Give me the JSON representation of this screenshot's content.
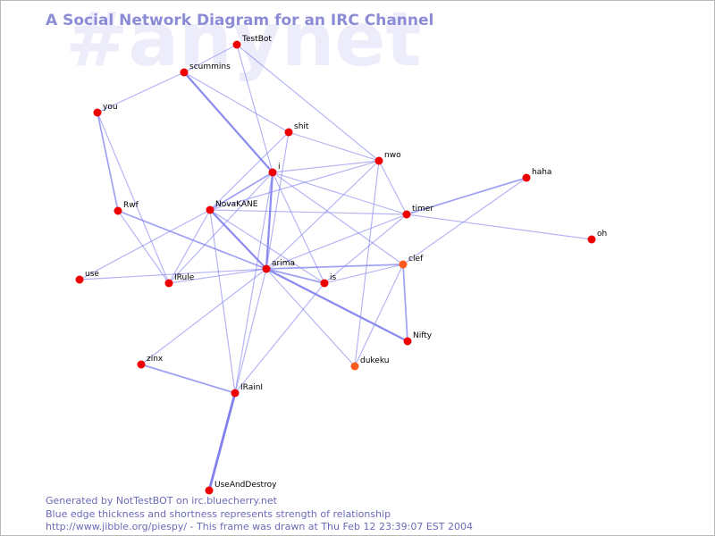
{
  "watermark": "#anynet",
  "title": "A Social Network Diagram for an IRC Channel",
  "footer": {
    "line1": "Generated by NotTestBOT on irc.bluecherry.net",
    "line2": "Blue edge thickness and shortness represents strength of relationship",
    "line3": "http://www.jibble.org/piespy/ - This frame was drawn at Thu Feb 12 23:39:07 EST 2004"
  },
  "colors": {
    "node": "#ee0000",
    "node_highlight": "#ff5a1e",
    "edge": "#8080ee",
    "title": "#8c8cd6",
    "watermark": "#ececfb",
    "footer": "#6a6ab8"
  },
  "nodes": [
    {
      "id": "TestBot",
      "label": "TestBot"
    },
    {
      "id": "scummins",
      "label": "scummins"
    },
    {
      "id": "you",
      "label": "you"
    },
    {
      "id": "shit",
      "label": "shit"
    },
    {
      "id": "i",
      "label": "i"
    },
    {
      "id": "nwo",
      "label": "nwo"
    },
    {
      "id": "haha",
      "label": "haha"
    },
    {
      "id": "Rwf",
      "label": "Rwf"
    },
    {
      "id": "NovaKANE",
      "label": "NovaKANE"
    },
    {
      "id": "timer",
      "label": "timer"
    },
    {
      "id": "oh",
      "label": "oh"
    },
    {
      "id": "use",
      "label": "use"
    },
    {
      "id": "IRule",
      "label": "IRule"
    },
    {
      "id": "arima",
      "label": "arima"
    },
    {
      "id": "clef",
      "label": "clef",
      "highlight": true
    },
    {
      "id": "is",
      "label": "is"
    },
    {
      "id": "Nifty",
      "label": "Nifty"
    },
    {
      "id": "zinx",
      "label": "zinx"
    },
    {
      "id": "dukeku",
      "label": "dukeku",
      "highlight": true
    },
    {
      "id": "IRainI",
      "label": "IRainI"
    },
    {
      "id": "UseAndDestroy",
      "label": "UseAndDestroy"
    }
  ],
  "edges": [
    {
      "source": "TestBot",
      "target": "scummins",
      "weight": 1
    },
    {
      "source": "TestBot",
      "target": "i",
      "weight": 1
    },
    {
      "source": "TestBot",
      "target": "nwo",
      "weight": 1
    },
    {
      "source": "scummins",
      "target": "you",
      "weight": 1
    },
    {
      "source": "scummins",
      "target": "i",
      "weight": 3
    },
    {
      "source": "scummins",
      "target": "shit",
      "weight": 1
    },
    {
      "source": "you",
      "target": "Rwf",
      "weight": 2
    },
    {
      "source": "you",
      "target": "IRule",
      "weight": 1
    },
    {
      "source": "shit",
      "target": "nwo",
      "weight": 1
    },
    {
      "source": "shit",
      "target": "NovaKANE",
      "weight": 1
    },
    {
      "source": "shit",
      "target": "arima",
      "weight": 1
    },
    {
      "source": "i",
      "target": "nwo",
      "weight": 1
    },
    {
      "source": "i",
      "target": "timer",
      "weight": 1
    },
    {
      "source": "i",
      "target": "NovaKANE",
      "weight": 2
    },
    {
      "source": "i",
      "target": "arima",
      "weight": 3
    },
    {
      "source": "i",
      "target": "IRule",
      "weight": 1
    },
    {
      "source": "i",
      "target": "is",
      "weight": 1
    },
    {
      "source": "i",
      "target": "clef",
      "weight": 1
    },
    {
      "source": "i",
      "target": "IRainI",
      "weight": 1
    },
    {
      "source": "nwo",
      "target": "timer",
      "weight": 1
    },
    {
      "source": "nwo",
      "target": "arima",
      "weight": 1
    },
    {
      "source": "nwo",
      "target": "NovaKANE",
      "weight": 1
    },
    {
      "source": "nwo",
      "target": "dukeku",
      "weight": 1
    },
    {
      "source": "haha",
      "target": "timer",
      "weight": 2
    },
    {
      "source": "haha",
      "target": "clef",
      "weight": 1
    },
    {
      "source": "Rwf",
      "target": "arima",
      "weight": 2
    },
    {
      "source": "Rwf",
      "target": "IRule",
      "weight": 1
    },
    {
      "source": "NovaKANE",
      "target": "arima",
      "weight": 3
    },
    {
      "source": "NovaKANE",
      "target": "timer",
      "weight": 1
    },
    {
      "source": "NovaKANE",
      "target": "IRainI",
      "weight": 1
    },
    {
      "source": "NovaKANE",
      "target": "is",
      "weight": 1
    },
    {
      "source": "NovaKANE",
      "target": "use",
      "weight": 1
    },
    {
      "source": "NovaKANE",
      "target": "IRule",
      "weight": 1
    },
    {
      "source": "timer",
      "target": "oh",
      "weight": 1
    },
    {
      "source": "timer",
      "target": "arima",
      "weight": 1
    },
    {
      "source": "timer",
      "target": "is",
      "weight": 1
    },
    {
      "source": "use",
      "target": "arima",
      "weight": 1
    },
    {
      "source": "IRule",
      "target": "arima",
      "weight": 1
    },
    {
      "source": "arima",
      "target": "is",
      "weight": 2
    },
    {
      "source": "arima",
      "target": "clef",
      "weight": 2
    },
    {
      "source": "arima",
      "target": "Nifty",
      "weight": 3
    },
    {
      "source": "arima",
      "target": "zinx",
      "weight": 1
    },
    {
      "source": "arima",
      "target": "dukeku",
      "weight": 1
    },
    {
      "source": "arima",
      "target": "IRainI",
      "weight": 1
    },
    {
      "source": "clef",
      "target": "Nifty",
      "weight": 2
    },
    {
      "source": "clef",
      "target": "dukeku",
      "weight": 1
    },
    {
      "source": "clef",
      "target": "is",
      "weight": 1
    },
    {
      "source": "is",
      "target": "IRainI",
      "weight": 1
    },
    {
      "source": "zinx",
      "target": "IRainI",
      "weight": 2
    },
    {
      "source": "IRainI",
      "target": "UseAndDestroy",
      "weight": 4
    }
  ]
}
